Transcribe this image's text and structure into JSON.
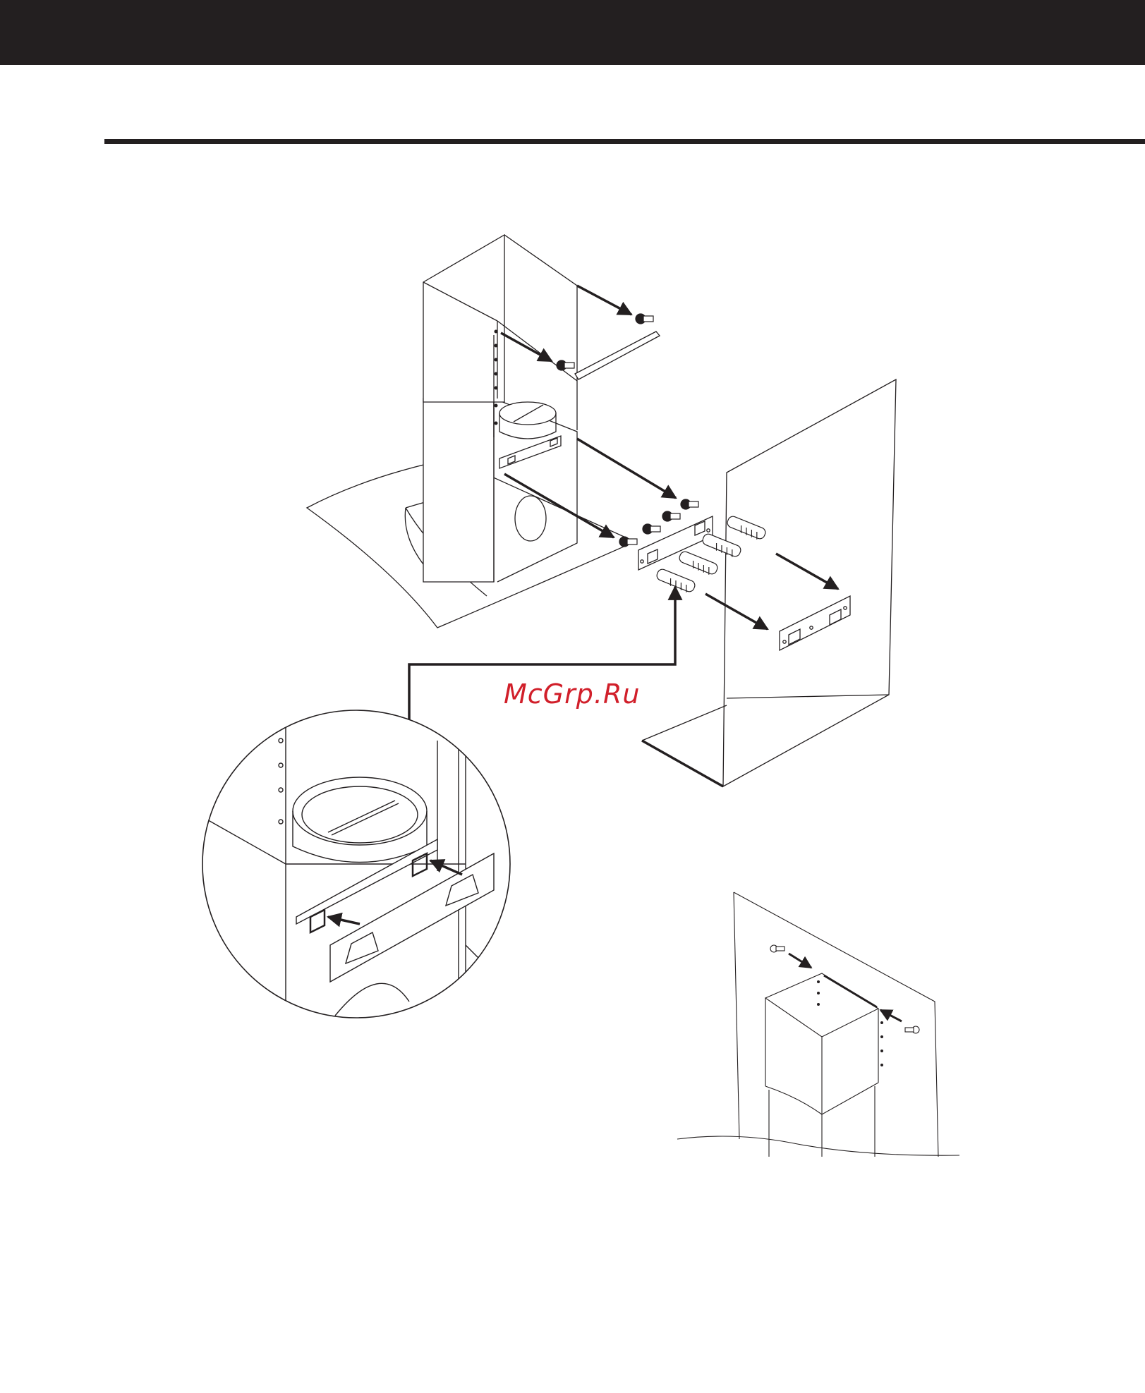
{
  "page": {
    "header_bar_color": "#231f20",
    "line_color": "#231f20",
    "watermark": {
      "text": "McGrp.Ru",
      "color": "#d11f2a"
    }
  },
  "illustrations": [
    {
      "name": "chimney-hood-assembly-exploded-view",
      "icons": [
        "hood-canopy-icon",
        "chimney-cover-icon",
        "mounting-screw-icon",
        "wall-plug-icon",
        "bracket-icon"
      ]
    },
    {
      "name": "bracket-detail-magnified-view",
      "icons": [
        "magnifier-circle-icon",
        "duct-collar-icon",
        "bracket-icon"
      ]
    },
    {
      "name": "chimney-cover-wall-fixing-view",
      "icons": [
        "chimney-cover-icon",
        "mounting-screw-icon"
      ]
    }
  ]
}
